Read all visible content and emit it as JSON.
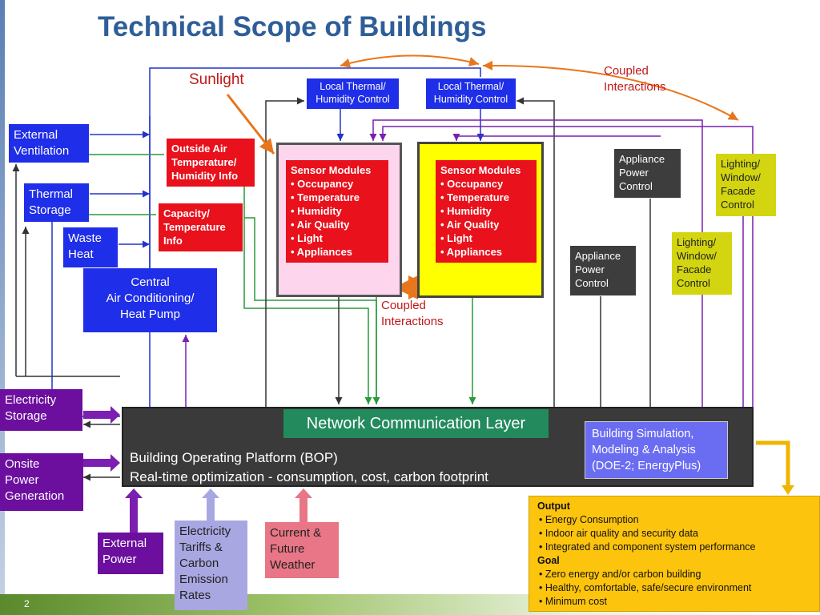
{
  "title": "Technical Scope of Buildings",
  "page_number": "2",
  "sunlight_label": "Sunlight",
  "coupled_interactions_top": "Coupled\nInteractions",
  "coupled_interactions_mid": "Coupled\nInteractions",
  "local_thermal_1": "Local Thermal/\nHumidity Control",
  "local_thermal_2": "Local Thermal/\nHumidity Control",
  "external_ventilation": "External\nVentilation",
  "thermal_storage": "Thermal\nStorage",
  "waste_heat": "Waste\nHeat",
  "central_ac": "Central\nAir Conditioning/\nHeat Pump",
  "outside_air": "Outside Air\nTemperature/\nHumidity Info",
  "capacity_info": "Capacity/\nTemperature\nInfo",
  "sensor_modules": {
    "title": "Sensor Modules",
    "items": [
      "• Occupancy",
      "• Temperature",
      "• Humidity",
      "• Air Quality",
      "• Light",
      "• Appliances"
    ]
  },
  "appliance_power_control_1": "Appliance\nPower\nControl",
  "appliance_power_control_2": "Appliance\nPower\nControl",
  "lighting_1": "Lighting/\nWindow/\nFacade\nControl",
  "lighting_2": "Lighting/\nWindow/\nFacade\nControl",
  "electricity_storage": "Electricity\nStorage",
  "onsite_power": "Onsite\nPower\nGeneration",
  "external_power": "External\nPower",
  "electricity_tariffs": "Electricity\nTariffs &\nCarbon\nEmission\nRates",
  "current_weather": "Current &\nFuture\nWeather",
  "network_layer": "Network Communication Layer",
  "bop_text": "Building Operating Platform (BOP)\nReal-time optimization - consumption, cost, carbon footprint",
  "building_simulation": "Building Simulation,\nModeling & Analysis\n(DOE-2; EnergyPlus)",
  "output": {
    "output_heading": "Output",
    "output_items": [
      "Energy Consumption",
      "Indoor air quality and security data",
      "Integrated and component system performance"
    ],
    "goal_heading": "Goal",
    "goal_items": [
      "Zero energy and/or carbon building",
      "Healthy, comfortable, safe/secure environment",
      "Minimum cost"
    ]
  },
  "colors": {
    "title": "#2e5e98",
    "blue_box": "#1f2ee8",
    "red_box": "#e8111c",
    "purple_box": "#6c0f9e",
    "network_layer": "#238a5e",
    "output_box": "#fdc40e",
    "orange_arrow": "#e8761c"
  }
}
